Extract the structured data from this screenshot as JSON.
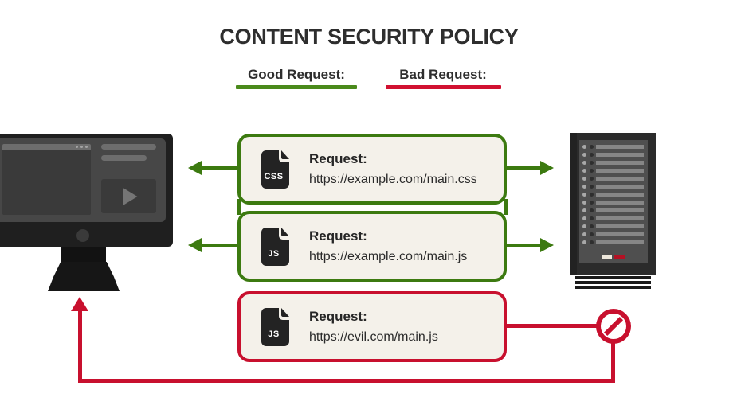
{
  "title": "CONTENT SECURITY POLICY",
  "legend": {
    "good_label": "Good Request:",
    "bad_label": "Bad Request:"
  },
  "cards": [
    {
      "kind": "good",
      "file_badge": "CSS",
      "request_label": "Request:",
      "url": "https://example.com/main.css"
    },
    {
      "kind": "good",
      "file_badge": "JS",
      "request_label": "Request:",
      "url": "https://example.com/main.js"
    },
    {
      "kind": "bad",
      "file_badge": "JS",
      "request_label": "Request:",
      "url": "https://evil.com/main.js"
    }
  ],
  "illustrations": {
    "browser": {
      "icon": "monitor-browser-icon"
    },
    "server": {
      "icon": "server-rack-icon",
      "row_count": 13
    },
    "blocked": {
      "icon": "prohibition-icon"
    }
  },
  "colors": {
    "good": "#3c7a10",
    "bad": "#c8102e",
    "legend_good": "#4a8a1b",
    "legend_bad": "#d11131",
    "card_bg": "#f4f1ea",
    "ink": "#2b2b2b",
    "icon_bg": "#232323"
  }
}
